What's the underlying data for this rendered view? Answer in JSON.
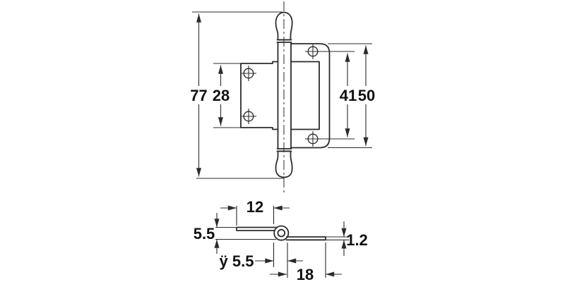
{
  "colors": {
    "line": "#2b2b2b",
    "text": "#111111",
    "background": "#ffffff"
  },
  "front_view": {
    "dims": {
      "total_height": "77",
      "door_leaf_height": "28",
      "hole_spacing": "41",
      "frame_leaf_height": "50"
    }
  },
  "section_view": {
    "dims": {
      "door_leaf_length": "12",
      "leaf_offset": "5.5",
      "knuckle_diameter": "ÿ 5.5",
      "frame_leaf_length": "18",
      "material_thickness": "1.2"
    }
  }
}
